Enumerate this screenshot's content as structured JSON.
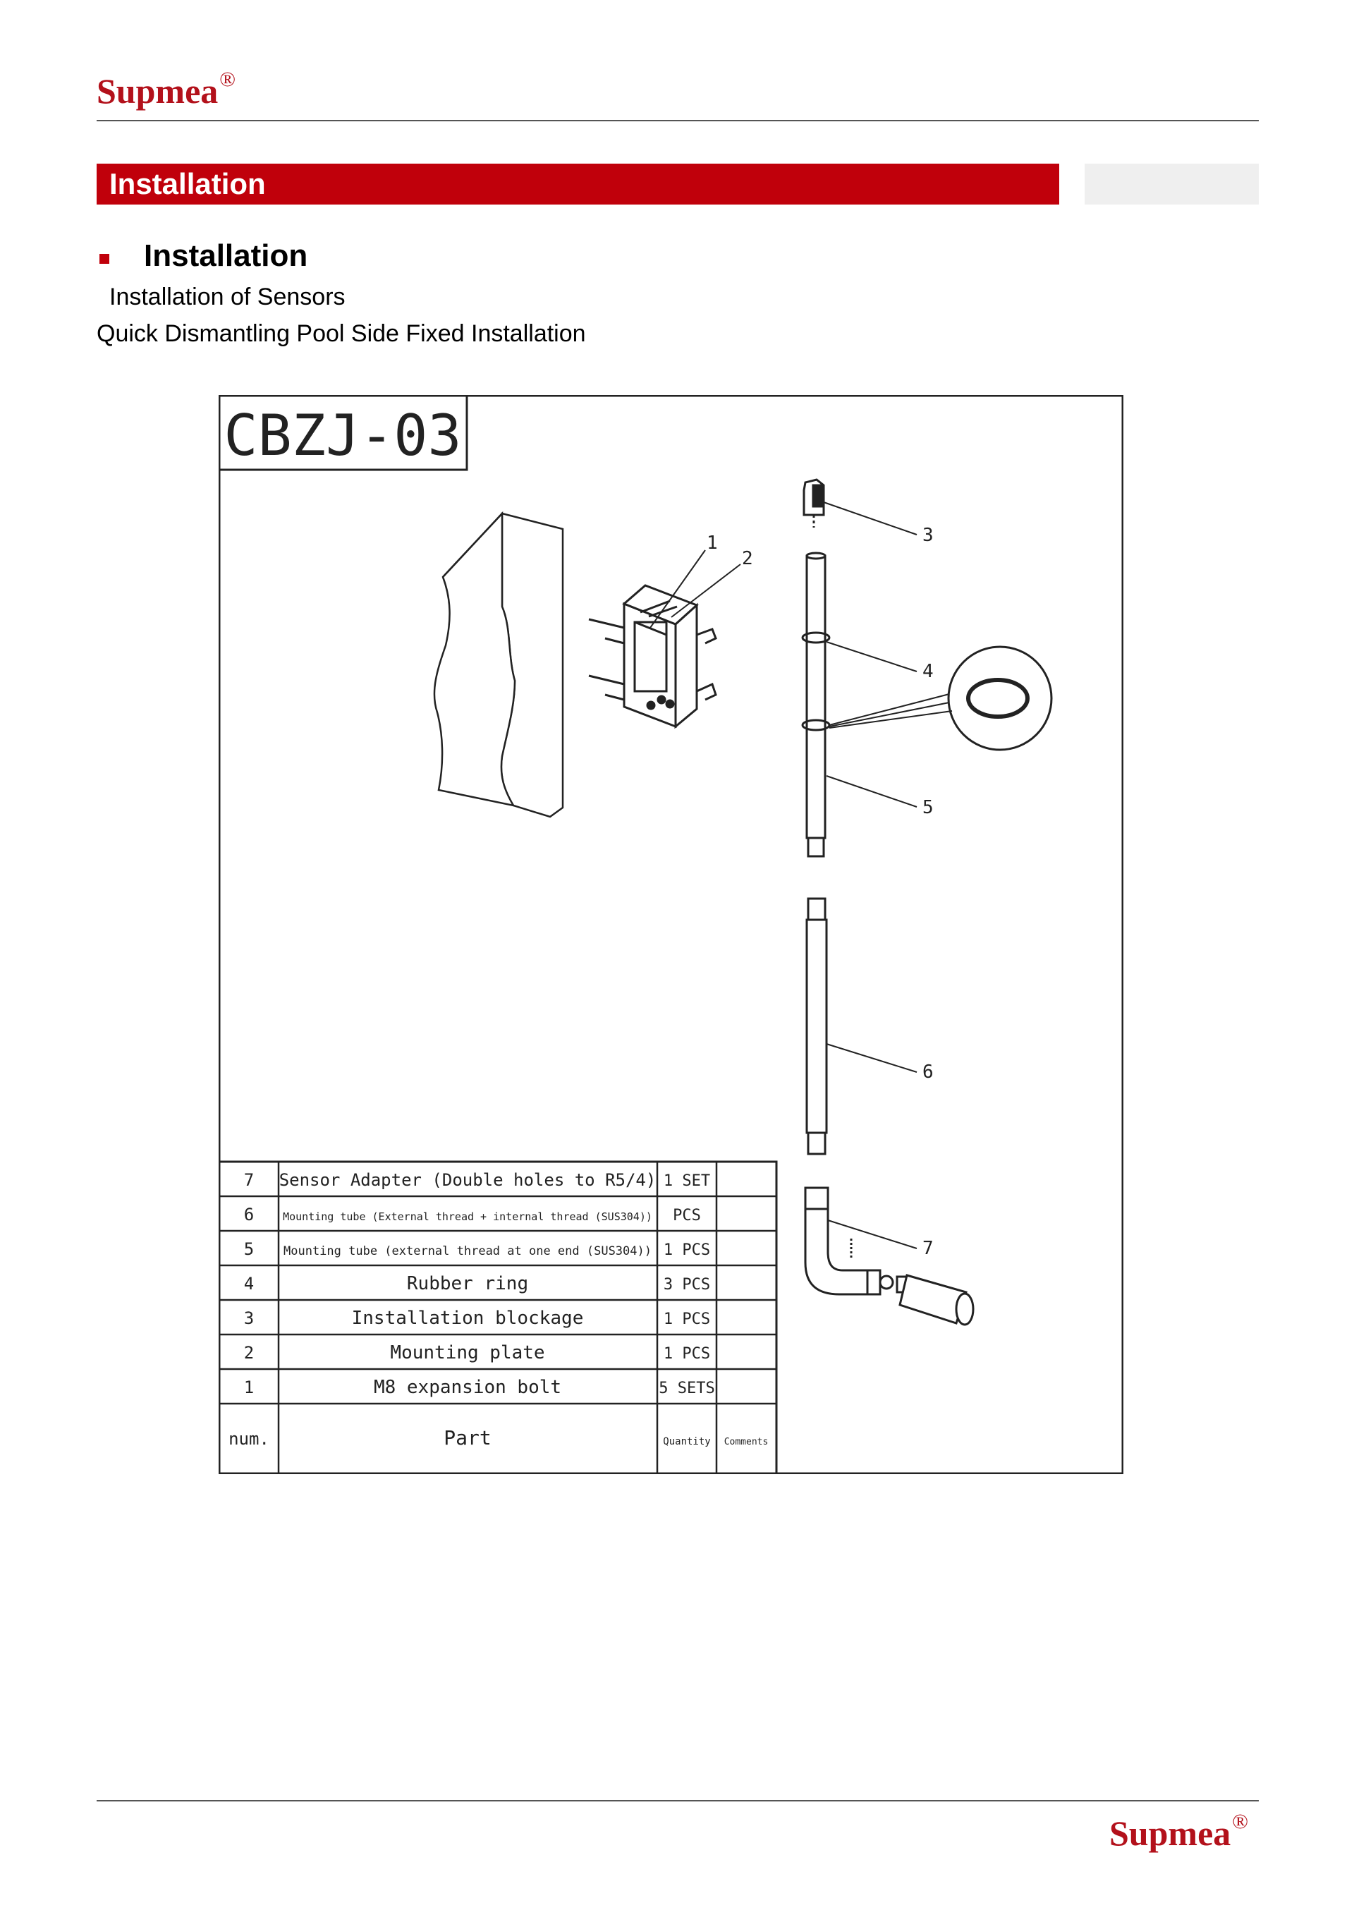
{
  "header": {
    "brand": "Supmea",
    "brand_mark": "®"
  },
  "section": {
    "title": "Installation"
  },
  "content": {
    "heading": "Installation",
    "subheading": "Installation of Sensors",
    "description": "Quick Dismantling Pool Side Fixed Installation"
  },
  "drawing": {
    "title": "CBZJ-03",
    "callouts": [
      "1",
      "2",
      "3",
      "4",
      "5",
      "6",
      "7"
    ],
    "parts_table": {
      "headers": {
        "num": "num.",
        "part": "Part",
        "quantity": "Quantity",
        "comments": "Comments"
      },
      "rows": [
        {
          "num": "7",
          "part": "Sensor Adapter (Double holes to R5/4)",
          "qty": "1 SET",
          "comments": ""
        },
        {
          "num": "6",
          "part": "Mounting tube (External thread + internal thread (SUS304))",
          "qty": "PCS",
          "comments": ""
        },
        {
          "num": "5",
          "part": "Mounting tube (external thread at one end (SUS304))",
          "qty": "1 PCS",
          "comments": ""
        },
        {
          "num": "4",
          "part": "Rubber ring",
          "qty": "3 PCS",
          "comments": ""
        },
        {
          "num": "3",
          "part": "Installation blockage",
          "qty": "1 PCS",
          "comments": ""
        },
        {
          "num": "2",
          "part": "Mounting plate",
          "qty": "1 PCS",
          "comments": ""
        },
        {
          "num": "1",
          "part": "M8 expansion bolt",
          "qty": "5 SETS",
          "comments": ""
        }
      ]
    }
  },
  "footer": {
    "brand": "Supmea",
    "brand_mark": "®"
  }
}
